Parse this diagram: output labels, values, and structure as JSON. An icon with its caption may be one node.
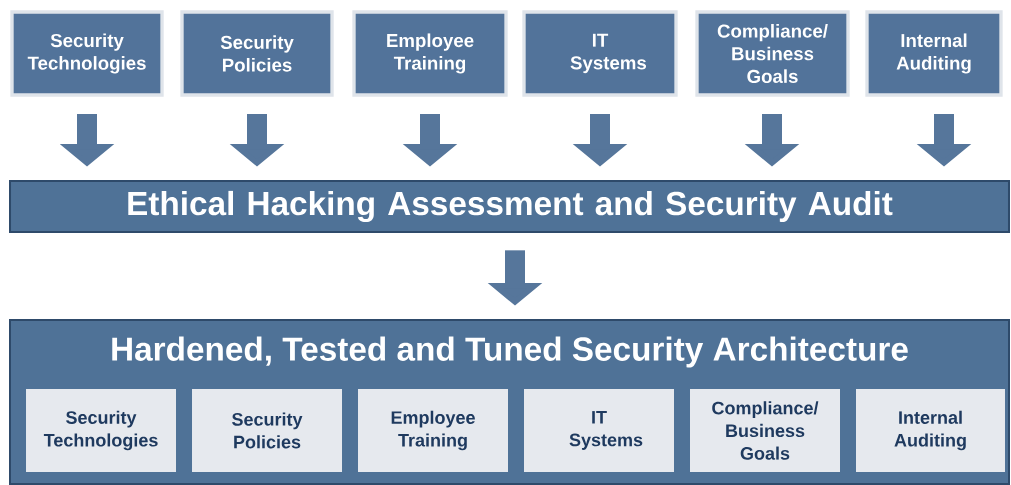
{
  "diagram": {
    "nodes": [
      {
        "text": [
          "Security Technologies"
        ]
      },
      {
        "text": [
          "Security Policies"
        ]
      },
      {
        "text": [
          "Employee Training"
        ]
      },
      {
        "text": [
          "IT Systems"
        ]
      },
      {
        "text": [
          "Compliance/ Business Goals"
        ]
      },
      {
        "text": [
          "Internal Auditing"
        ]
      },
      {
        "text": [
          "Ethical Hacking Assessment and Security Audit"
        ]
      },
      {
        "text": [
          "Hardened, Tested and Tuned Security Architecture"
        ]
      },
      {
        "text": [
          "Security Technologies"
        ],
        "in": 7
      },
      {
        "text": [
          "Security Policies"
        ],
        "in": 7
      },
      {
        "text": [
          "Employee Training"
        ],
        "in": 7
      },
      {
        "text": [
          "IT Systems"
        ],
        "in": 7
      },
      {
        "text": [
          "Compliance/ Business Goals"
        ],
        "in": 7
      },
      {
        "text": [
          "Internal Auditing"
        ],
        "in": 7
      }
    ],
    "edges": [
      {
        "from": 0,
        "to": 6,
        "arrow": "to"
      },
      {
        "from": 1,
        "to": 6,
        "arrow": "to"
      },
      {
        "from": 2,
        "to": 6,
        "arrow": "to"
      },
      {
        "from": 3,
        "to": 6,
        "arrow": "to"
      },
      {
        "from": 4,
        "to": 6,
        "arrow": "to"
      },
      {
        "from": 5,
        "to": 6,
        "arrow": "to"
      },
      {
        "from": 6,
        "to": 7,
        "arrow": "to"
      }
    ]
  }
}
